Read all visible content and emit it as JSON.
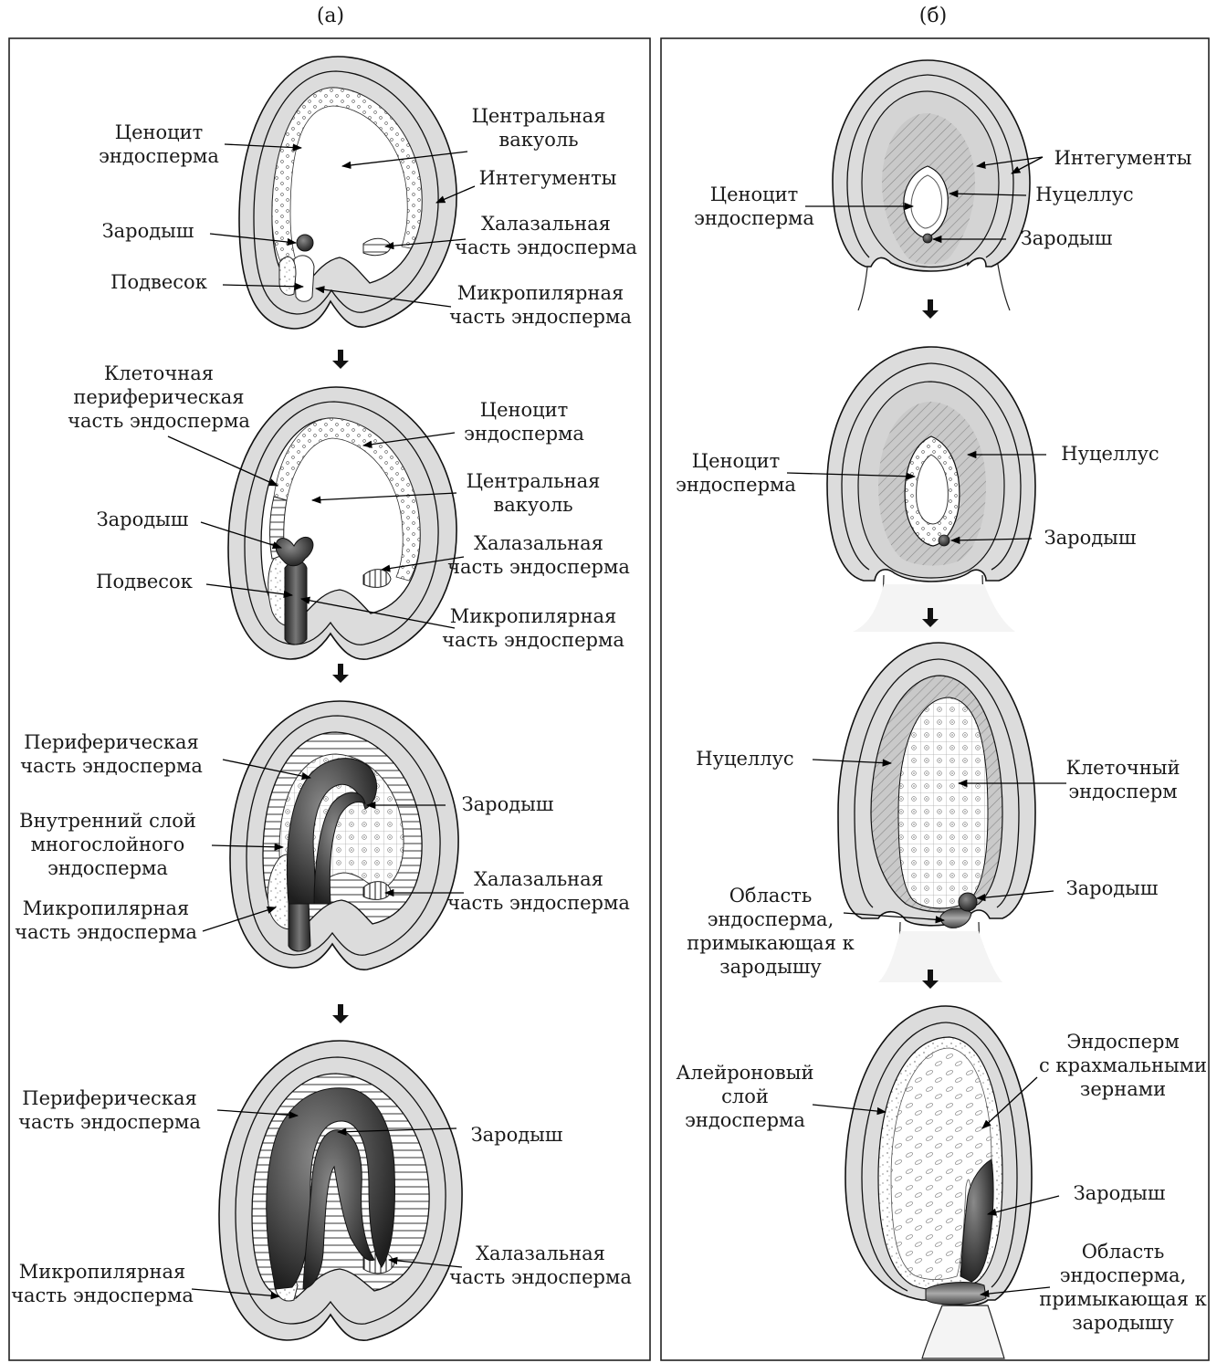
{
  "panels": {
    "a": {
      "header": "(а)",
      "stages": [
        {
          "labels": [
            "Ценоцит",
            "эндосперма",
            "Центральная",
            "вакуоль",
            "Интегументы",
            "Зародыш",
            "Халазальная",
            "часть эндосперма",
            "Подвесок",
            "Микропилярная",
            "часть эндосперма"
          ]
        },
        {
          "labels": [
            "Клеточная",
            "периферическая",
            "часть эндосперма",
            "Ценоцит",
            "эндосперма",
            "Центральная",
            "вакуоль",
            "Зародыш",
            "Халазальная",
            "часть эндосперма",
            "Подвесок",
            "Микропилярная",
            "часть эндосперма"
          ]
        },
        {
          "labels": [
            "Периферическая",
            "часть эндосперма",
            "Зародыш",
            "Внутренний слой",
            "многослойного",
            "эндосперма",
            "Халазальная",
            "часть эндосперма",
            "Микропилярная",
            "часть эндосперма"
          ]
        },
        {
          "labels": [
            "Периферическая",
            "часть эндосперма",
            "Зародыш",
            "Халазальная",
            "часть эндосперма",
            "Микропилярная",
            "часть эндосперма"
          ]
        }
      ]
    },
    "b": {
      "header": "(б)",
      "stages": [
        {
          "labels": [
            "Интегументы",
            "Ценоцит",
            "эндосперма",
            "Нуцеллус",
            "Зародыш"
          ]
        },
        {
          "labels": [
            "Ценоцит",
            "эндосперма",
            "Нуцеллус",
            "Зародыш"
          ]
        },
        {
          "labels": [
            "Нуцеллус",
            "Клеточный",
            "эндосперм",
            "Область",
            "эндосперма,",
            "примыкающая к",
            "зародышу",
            "Зародыш"
          ]
        },
        {
          "labels": [
            "Алейроновый",
            "слой",
            "эндосперма",
            "Эндосперм",
            "с крахмальными",
            "зернами",
            "Зародыш",
            "Область",
            "эндосперма,",
            "примыкающая к",
            "зародышу"
          ]
        }
      ]
    }
  }
}
